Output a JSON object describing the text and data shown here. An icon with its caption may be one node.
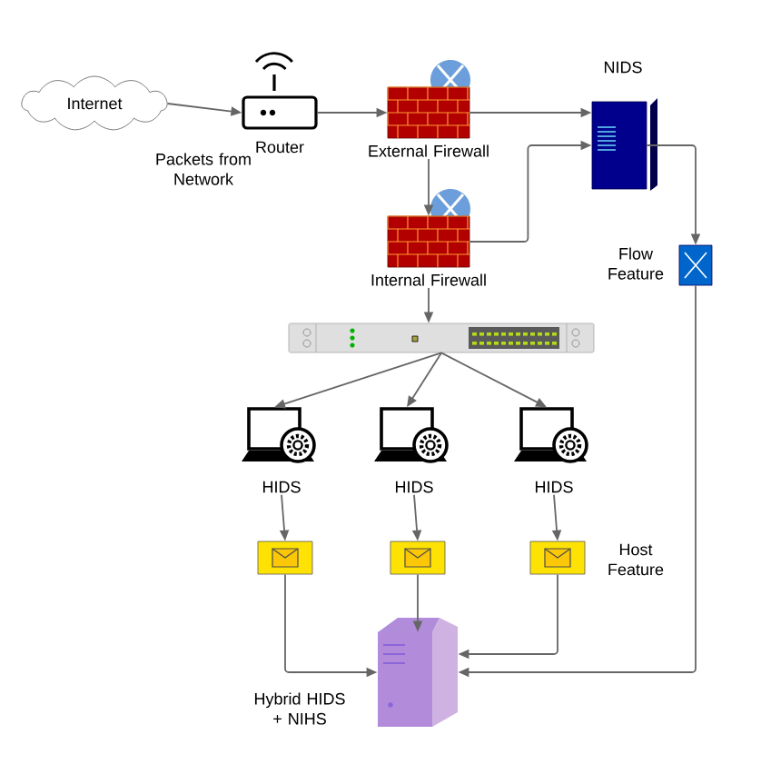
{
  "diagram": {
    "nodes": [
      {
        "text": [
          "Internet"
        ]
      },
      {
        "text": [
          "Router"
        ]
      },
      {
        "text": [
          "External Firewall"
        ]
      },
      {
        "text": [
          "NIDS"
        ]
      },
      {
        "text": [
          "Internal Firewall"
        ]
      },
      {
        "text": [
          "Flow Feature"
        ]
      },
      {
        "text": [],
        "shape": "picture"
      },
      {
        "text": [
          "HIDS"
        ]
      },
      {
        "text": [
          "HIDS"
        ]
      },
      {
        "text": [
          "HIDS"
        ]
      },
      {
        "text": [],
        "shape": "box"
      },
      {
        "text": [],
        "shape": "box"
      },
      {
        "text": [],
        "shape": "box"
      },
      {
        "text": [
          "Hybrid HIDS + NIHS"
        ]
      }
    ],
    "edges": [
      {
        "from": 0,
        "to": 1,
        "arrow": "to"
      },
      {
        "from": 1,
        "to": 2,
        "arrow": "to"
      },
      {
        "from": 2,
        "to": 3,
        "arrow": "to"
      },
      {
        "from": 2,
        "to": 4,
        "arrow": "to"
      },
      {
        "from": 4,
        "to": 3,
        "arrow": "to"
      },
      {
        "from": 3,
        "to": 5,
        "arrow": "to"
      },
      {
        "from": 4,
        "to": 6,
        "arrow": "to"
      },
      {
        "from": 6,
        "to": 7,
        "arrow": "to"
      },
      {
        "from": 6,
        "to": 8,
        "arrow": "to"
      },
      {
        "from": 6,
        "to": 9,
        "arrow": "to"
      },
      {
        "from": 7,
        "to": 10,
        "arrow": "to"
      },
      {
        "from": 8,
        "to": 11,
        "arrow": "to"
      },
      {
        "from": 9,
        "to": 12,
        "arrow": "to"
      },
      {
        "from": 10,
        "to": 13,
        "arrow": "to"
      },
      {
        "from": 11,
        "to": 13,
        "arrow": "to"
      },
      {
        "from": 12,
        "to": 13,
        "arrow": "to"
      },
      {
        "from": 5,
        "to": 13,
        "arrow": "to"
      }
    ],
    "labels": [
      "Packets from Network",
      "Host Feature"
    ]
  }
}
